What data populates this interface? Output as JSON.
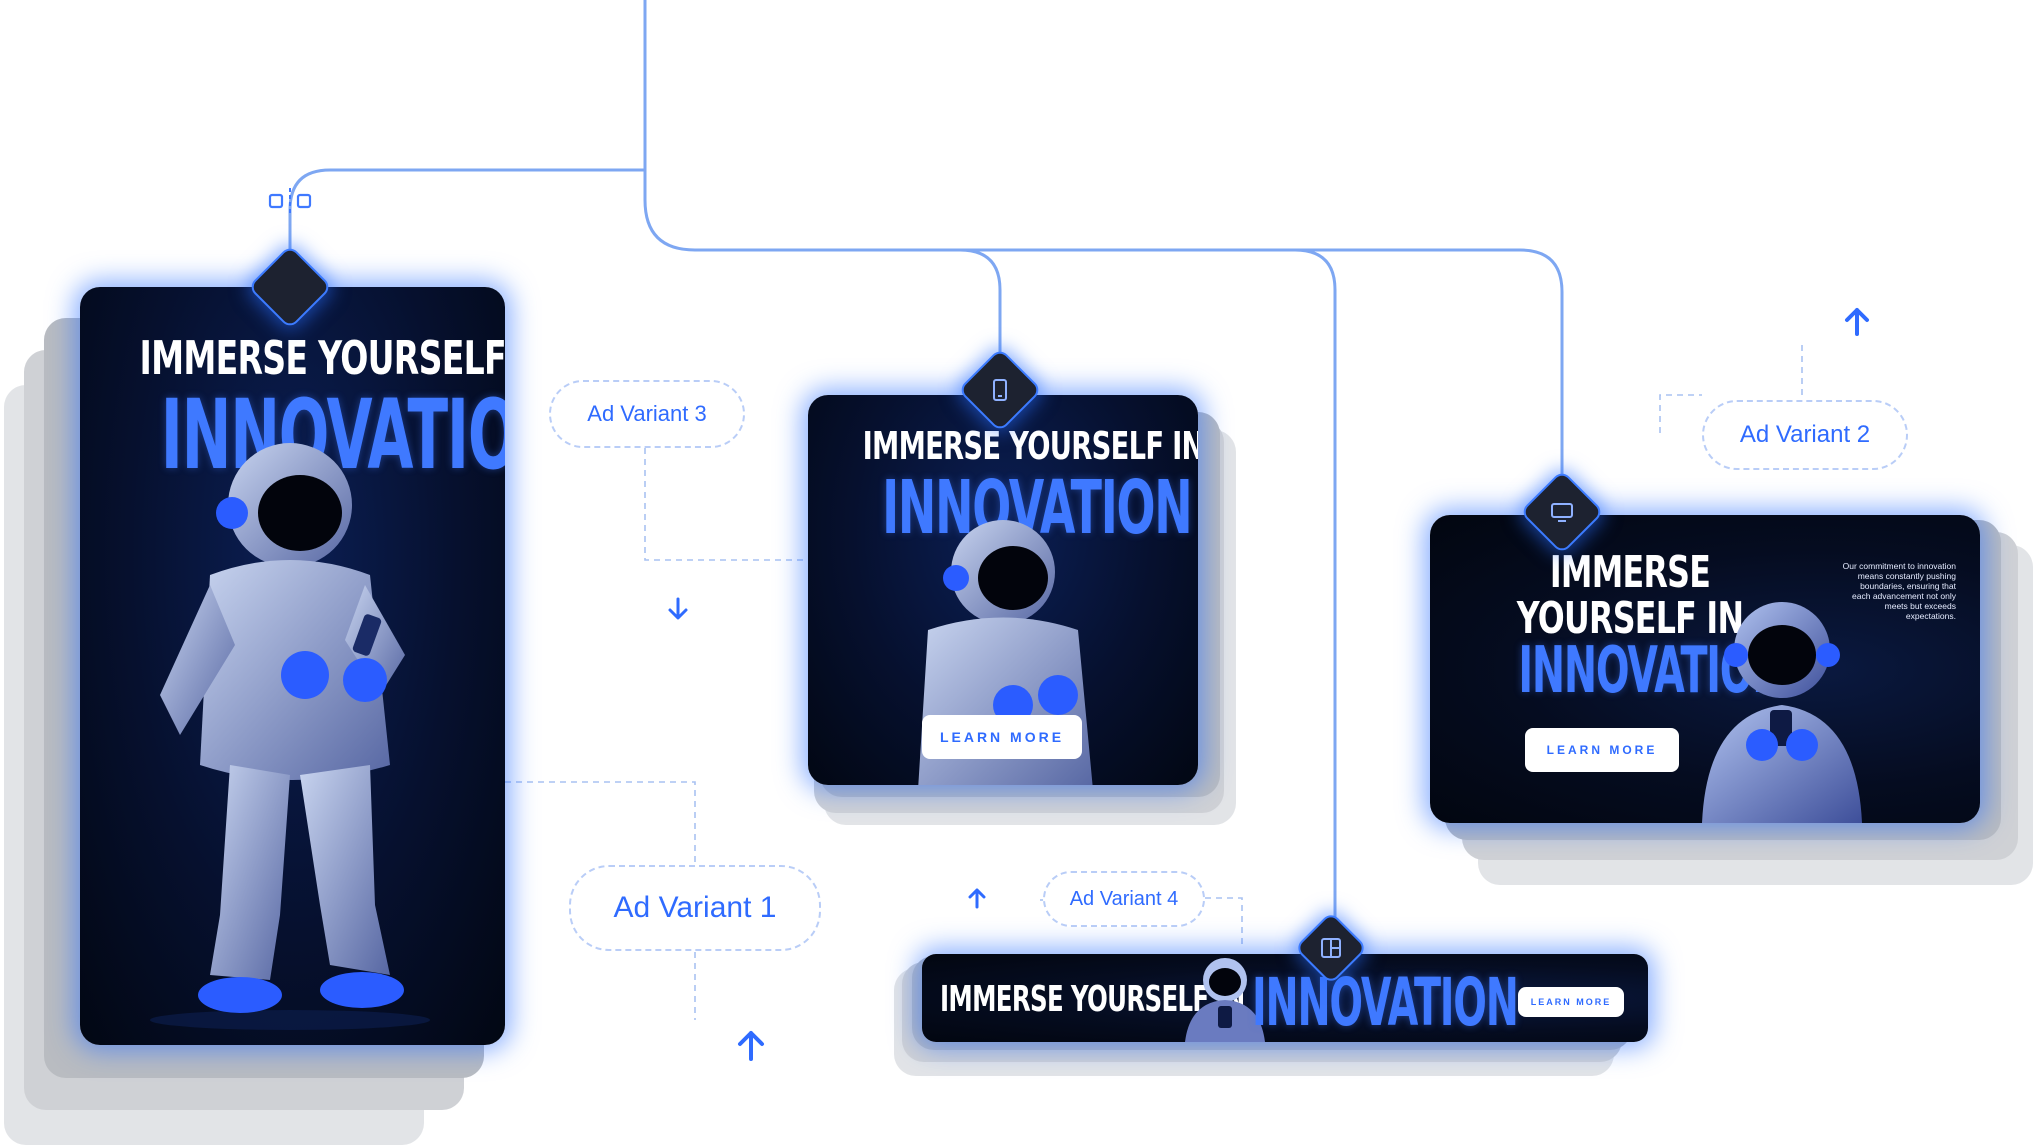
{
  "ads": {
    "headline": "IMMERSE YOURSELF IN",
    "headline_line1": "IMMERSE",
    "headline_line2": "YOURSELF IN",
    "highlight": "INNOVATION",
    "cta_label": "LEARN MORE",
    "body_copy": "Our commitment to innovation means constantly pushing boundaries, ensuring that each advancement not only meets but exceeds expectations."
  },
  "variants": {
    "v1": "Ad Variant 1",
    "v2": "Ad Variant 2",
    "v3": "Ad Variant 3",
    "v4": "Ad Variant 4"
  },
  "colors": {
    "accent": "#3f79ff",
    "line": "#7ea7f2",
    "dashed": "#b9cdf7",
    "node_fill": "#1d2230"
  },
  "icons": {
    "root": "split-frames-icon",
    "portrait": "smartphone-icon",
    "landscape": "monitor-icon",
    "banner": "layout-icon",
    "arrows": "arrow-icon"
  }
}
